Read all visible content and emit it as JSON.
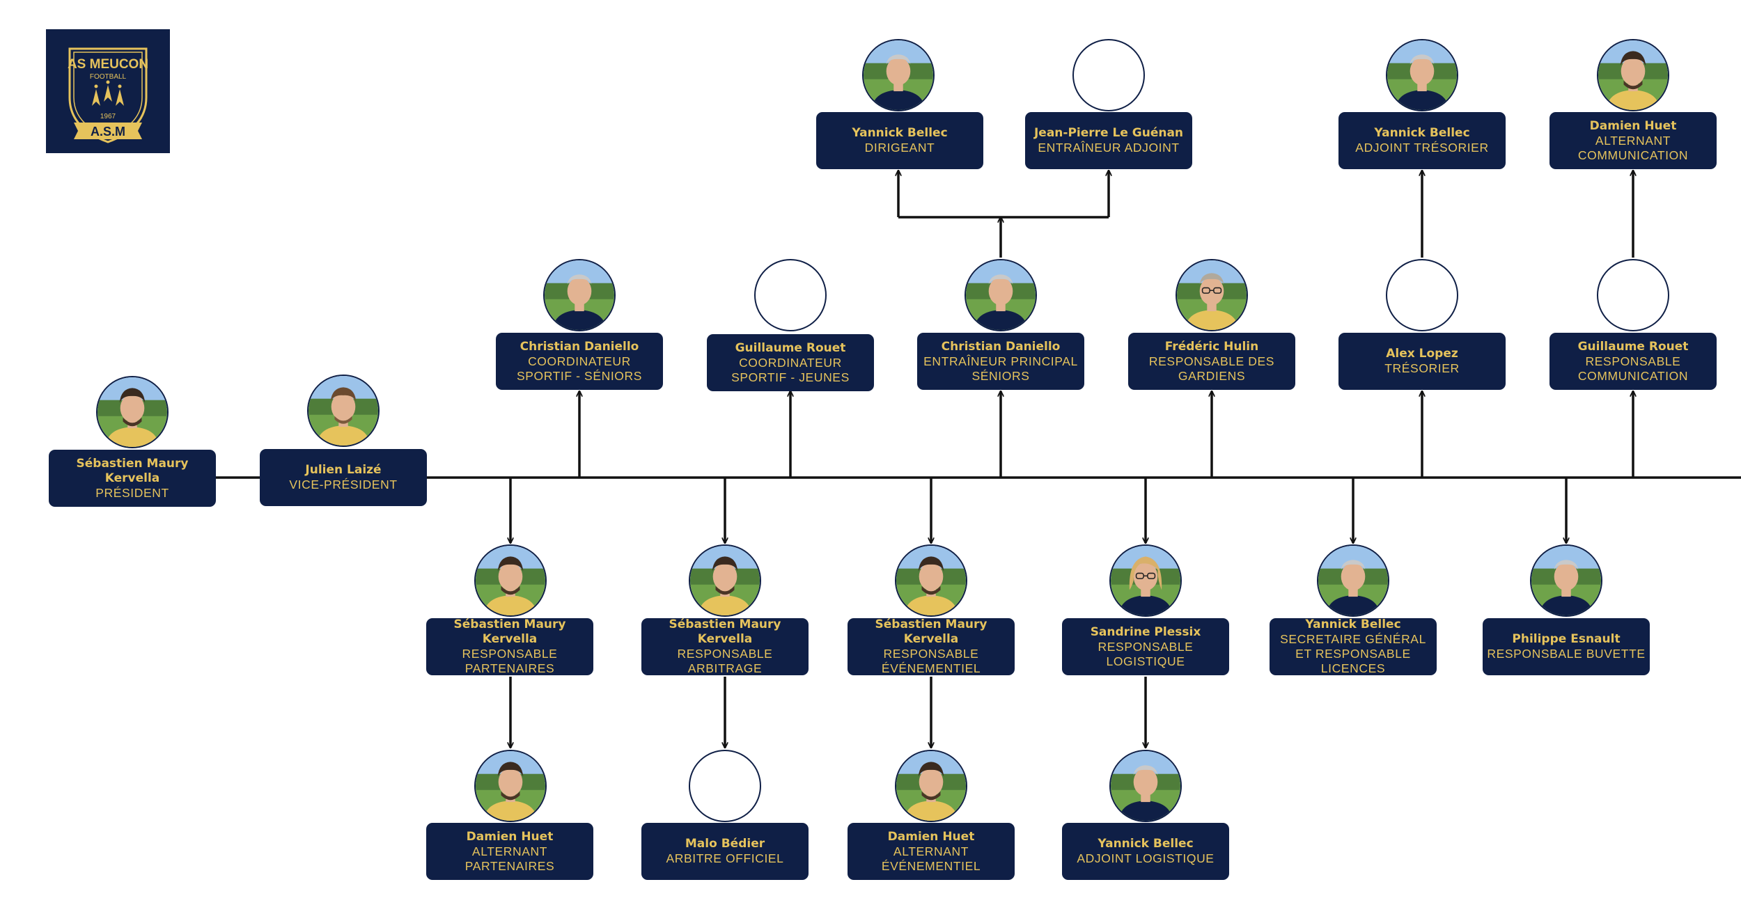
{
  "logo": {
    "line1": "AS MEUCON",
    "line2": "FOOTBALL",
    "year": "1967",
    "banner": "A.S.M"
  },
  "colors": {
    "navy": "#0f1f46",
    "gold": "#e6c35c",
    "line": "#111111"
  },
  "members": [
    {
      "id": "president",
      "name": "Sébastien Maury Kervella",
      "role": "PRÉSIDENT",
      "photo": "young-man"
    },
    {
      "id": "vice-president",
      "name": "Julien Laizé",
      "role": "VICE-PRÉSIDENT",
      "photo": "man"
    },
    {
      "id": "coord-seniors",
      "name": "Christian Daniello",
      "role": "COORDINATEUR SPORTIF - SÉNIORS",
      "photo": "older-man"
    },
    {
      "id": "coord-jeunes",
      "name": "Guillaume Rouet",
      "role": "COORDINATEUR SPORTIF - JEUNES",
      "photo": ""
    },
    {
      "id": "coach-seniors",
      "name": "Christian Daniello",
      "role": "ENTRAÎNEUR PRINCIPAL SÉNIORS",
      "photo": "older-man"
    },
    {
      "id": "gardiens",
      "name": "Frédéric Hulin",
      "role": "RESPONSABLE DES GARDIENS",
      "photo": "man-glasses"
    },
    {
      "id": "tresorier",
      "name": "Alex Lopez",
      "role": "TRÉSORIER",
      "photo": ""
    },
    {
      "id": "communication",
      "name": "Guillaume Rouet",
      "role": "RESPONSABLE COMMUNICATION",
      "photo": ""
    },
    {
      "id": "dirigeant",
      "name": "Yannick Bellec",
      "role": "DIRIGEANT",
      "photo": "older-man"
    },
    {
      "id": "entraineur-adjoint",
      "name": "Jean-Pierre Le Guénan",
      "role": "ENTRAÎNEUR ADJOINT",
      "photo": ""
    },
    {
      "id": "adjoint-tresorier",
      "name": "Yannick Bellec",
      "role": "ADJOINT TRÉSORIER",
      "photo": "older-man"
    },
    {
      "id": "alternant-com",
      "name": "Damien Huet",
      "role": "ALTERNANT COMMUNICATION",
      "photo": "young-man"
    },
    {
      "id": "partenaires",
      "name": "Sébastien Maury Kervella",
      "role": "RESPONSABLE PARTENAIRES",
      "photo": "young-man"
    },
    {
      "id": "arbitrage",
      "name": "Sébastien Maury Kervella",
      "role": "RESPONSABLE ARBITRAGE",
      "photo": "young-man"
    },
    {
      "id": "evenementiel",
      "name": "Sébastien Maury Kervella",
      "role": "RESPONSABLE ÉVÉNEMENTIEL",
      "photo": "young-man"
    },
    {
      "id": "logistique",
      "name": "Sandrine Plessix",
      "role": "RESPONSABLE LOGISTIQUE",
      "photo": "woman"
    },
    {
      "id": "secretaire",
      "name": "Yannick Bellec",
      "role": "SECRETAIRE GÉNÉRAL ET RESPONSABLE LICENCES",
      "photo": "older-man"
    },
    {
      "id": "buvette",
      "name": "Philippe Esnault",
      "role": "RESPONSBALE BUVETTE",
      "photo": "older-man"
    },
    {
      "id": "alternant-partenaires",
      "name": "Damien Huet",
      "role": "ALTERNANT PARTENAIRES",
      "photo": "young-man"
    },
    {
      "id": "arbitre",
      "name": "Malo Bédier",
      "role": "ARBITRE OFFICIEL",
      "photo": ""
    },
    {
      "id": "alternant-evenementiel",
      "name": "Damien Huet",
      "role": "ALTERNANT ÉVÉNEMENTIEL",
      "photo": "young-man"
    },
    {
      "id": "adjoint-logistique",
      "name": "Yannick Bellec",
      "role": "ADJOINT LOGISTIQUE",
      "photo": "older-man"
    }
  ]
}
